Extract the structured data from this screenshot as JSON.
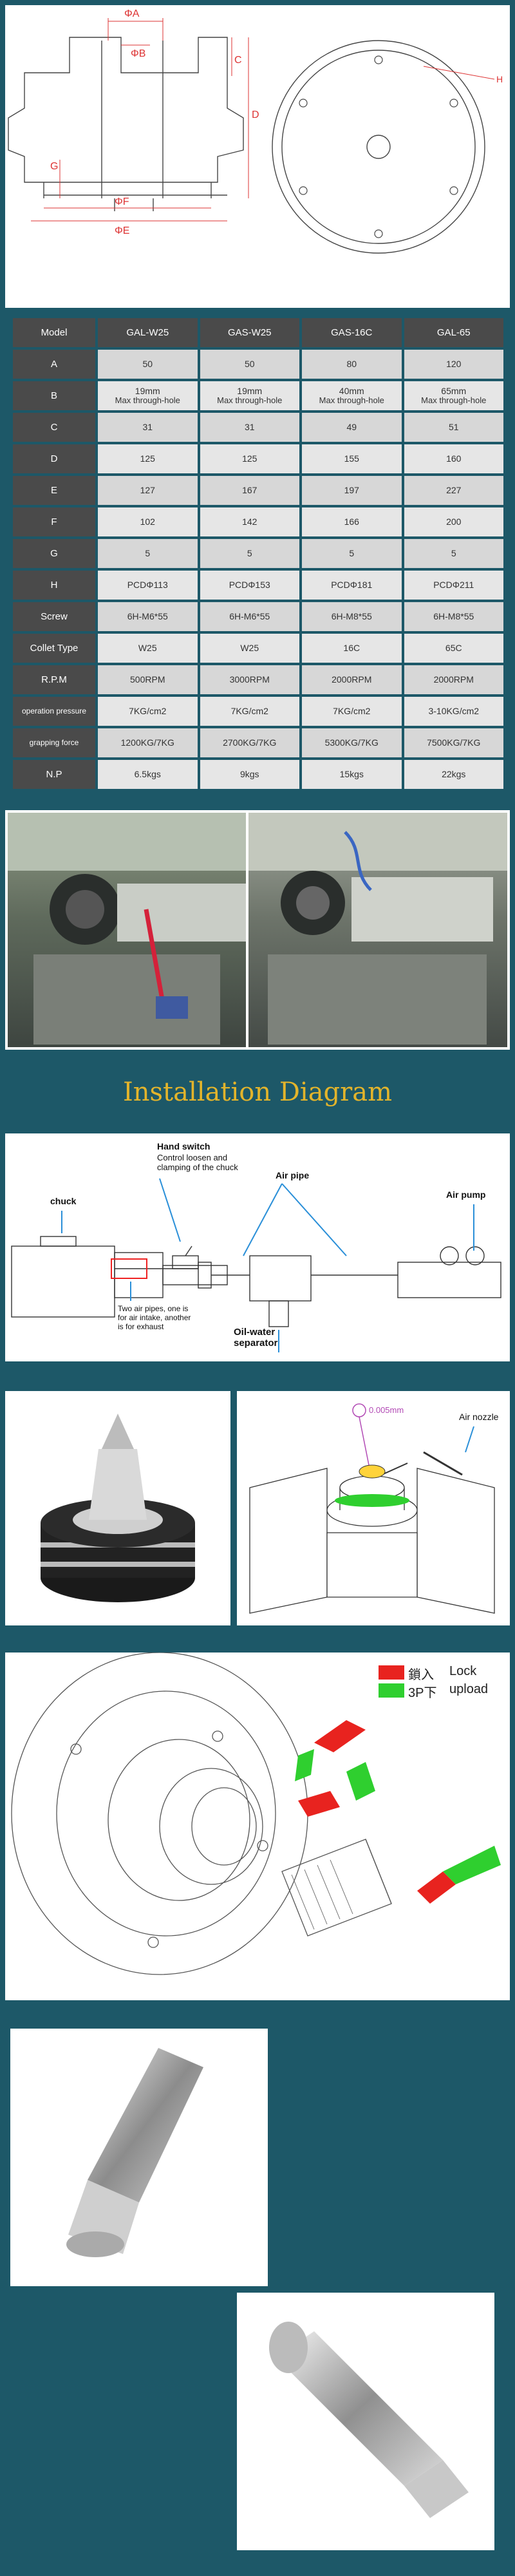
{
  "spec": {
    "headers": [
      "Model",
      "GAL-W25",
      "GAS-W25",
      "GAS-16C",
      "GAL-65"
    ],
    "rows": [
      {
        "label": "A",
        "values": [
          "50",
          "50",
          "80",
          "120"
        ]
      },
      {
        "label": "B",
        "values": [
          "19mm",
          "19mm",
          "40mm",
          "65mm"
        ],
        "sub": [
          "Max through-hole",
          "Max through-hole",
          "Max through-hole",
          "Max through-hole"
        ]
      },
      {
        "label": "C",
        "values": [
          "31",
          "31",
          "49",
          "51"
        ]
      },
      {
        "label": "D",
        "values": [
          "125",
          "125",
          "155",
          "160"
        ]
      },
      {
        "label": "E",
        "values": [
          "127",
          "167",
          "197",
          "227"
        ]
      },
      {
        "label": "F",
        "values": [
          "102",
          "142",
          "166",
          "200"
        ]
      },
      {
        "label": "G",
        "values": [
          "5",
          "5",
          "5",
          "5"
        ]
      },
      {
        "label": "H",
        "values": [
          "PCDΦ113",
          "PCDΦ153",
          "PCDΦ181",
          "PCDΦ211"
        ]
      },
      {
        "label": "Screw",
        "values": [
          "6H-M6*55",
          "6H-M6*55",
          "6H-M8*55",
          "6H-M8*55"
        ]
      },
      {
        "label": "Collet Type",
        "values": [
          "W25",
          "W25",
          "16C",
          "65C"
        ]
      },
      {
        "label": "R.P.M",
        "values": [
          "500RPM",
          "3000RPM",
          "2000RPM",
          "2000RPM"
        ]
      },
      {
        "label": "operation pressure",
        "values": [
          "7KG/cm2",
          "7KG/cm2",
          "7KG/cm2",
          "3-10KG/cm2"
        ]
      },
      {
        "label": "grapping force",
        "values": [
          "1200KG/7KG",
          "2700KG/7KG",
          "5300KG/7KG",
          "7500KG/7KG"
        ]
      },
      {
        "label": "N.P",
        "values": [
          "6.5kgs",
          "9kgs",
          "15kgs",
          "22kgs"
        ]
      }
    ]
  },
  "drawing": {
    "labels": {
      "A": "ΦA",
      "B": "ΦB",
      "C": "C",
      "D": "D",
      "E": "ΦE",
      "F": "ΦF",
      "G": "G",
      "H": "H"
    }
  },
  "installation": {
    "title": "Installation Diagram",
    "chuck": "chuck",
    "hand_switch_title": "Hand switch",
    "hand_switch_desc": "Control loosen and clamping of the chuck",
    "air_pipe": "Air pipe",
    "air_pump": "Air pump",
    "two_pipes": "Two air pipes, one is for air intake, another is for exhaust",
    "separator": "Oil-water separator"
  },
  "detail": {
    "tolerance": "0.005mm",
    "air_nozzle": "Air nozzle"
  },
  "legend": {
    "lock_cn": "鎖入",
    "lock_en": "Lock",
    "upload_cn": "3P下",
    "upload_en": "upload",
    "lock_color": "#e8231f",
    "upload_color": "#2fcf2f"
  },
  "colors": {
    "background": "#1d5868",
    "table_header": "#4a4a4a",
    "title": "#e3b42b"
  }
}
